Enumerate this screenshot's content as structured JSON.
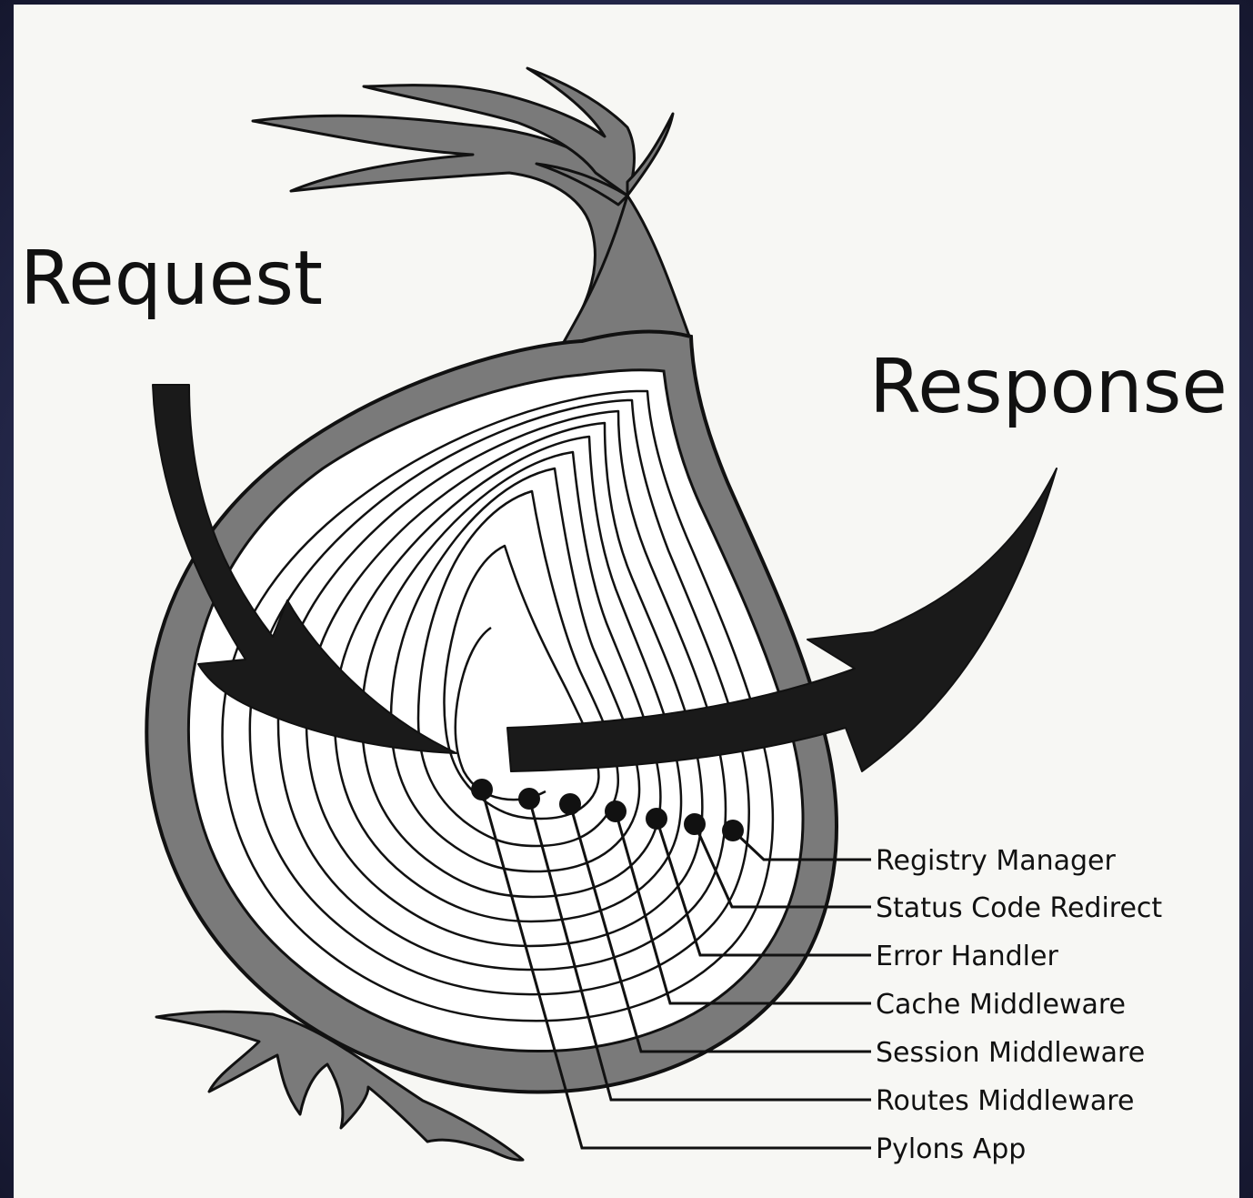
{
  "labels": {
    "request": "Request",
    "response": "Response"
  },
  "layers": [
    "Registry Manager",
    "Status Code Redirect",
    "Error Handler",
    "Cache Middleware",
    "Session Middleware",
    "Routes Middleware",
    "Pylons App"
  ],
  "colors": {
    "skin": "#7a7a7a",
    "flesh": "#ffffff",
    "ink": "#111111",
    "background": "#f7f7f4"
  }
}
